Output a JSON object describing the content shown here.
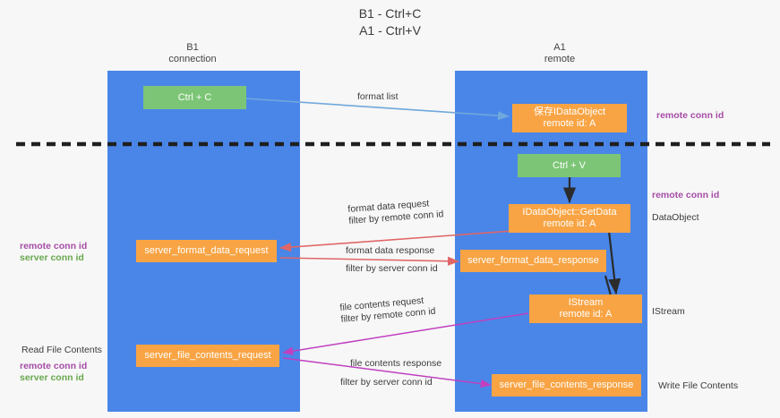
{
  "title": {
    "line1": "B1 - Ctrl+C",
    "line2": "A1 - Ctrl+V"
  },
  "lanes": [
    {
      "id": "b1",
      "name": "B1",
      "sub": "connection"
    },
    {
      "id": "a1",
      "name": "A1",
      "sub": "remote"
    }
  ],
  "nodes": {
    "ctrl_c": {
      "label": "Ctrl + C"
    },
    "idataobject": {
      "line1": "保存IDataObject",
      "line2": "remote id: A"
    },
    "ctrl_v": {
      "label": "Ctrl + V"
    },
    "getdata": {
      "line1": "IDataObject::GetData",
      "line2": "remote id: A"
    },
    "server_format_data_request": {
      "label": "server_format_data_request"
    },
    "server_format_data_response": {
      "label": "server_format_data_response"
    },
    "istream": {
      "line1": "IStream",
      "line2": "remote id: A"
    },
    "server_file_contents_request": {
      "label": "server_file_contents_request"
    },
    "server_file_contents_response": {
      "label": "server_file_contents_response"
    }
  },
  "edge_labels": {
    "format_list": "format list",
    "format_data_request": "format data request",
    "format_data_request_filter_prefix": "filter by ",
    "format_data_request_filter_key": "remote conn id",
    "format_data_response": "format data response",
    "format_data_response_filter_prefix": "filter by ",
    "format_data_response_filter_key": "server conn id",
    "file_contents_request": "file contents request",
    "file_contents_request_filter_prefix": "filter by ",
    "file_contents_request_filter_key": "remote conn id",
    "file_contents_response": "file contents response",
    "file_contents_response_filter_prefix": "filter by ",
    "file_contents_response_filter_key": "server conn id"
  },
  "side_labels": {
    "right_remote_conn_id_top": "remote conn id",
    "right_remote_conn_id_mid": "remote conn id",
    "right_dataobject": "DataObject",
    "right_istream": "IStream",
    "right_write_file_contents": "Write File Contents",
    "left_remote_conn_id_mid": "remote conn id",
    "left_server_conn_id_mid": "server conn id",
    "left_read_file_contents": "Read File Contents",
    "left_remote_conn_id_bot": "remote conn id",
    "left_server_conn_id_bot": "server conn id"
  },
  "colors": {
    "lane": "#4a86e8",
    "node_orange": "#f8a444",
    "node_green": "#7cc576",
    "conn_id_purple": "#a64ca6",
    "conn_id_green": "#6aa84f",
    "edge_blue": "#6fa8dc",
    "edge_red": "#e06666",
    "edge_magenta": "#c councilor",
    "edge_black": "#2b2b2b",
    "divider": "#1f1f1f"
  }
}
